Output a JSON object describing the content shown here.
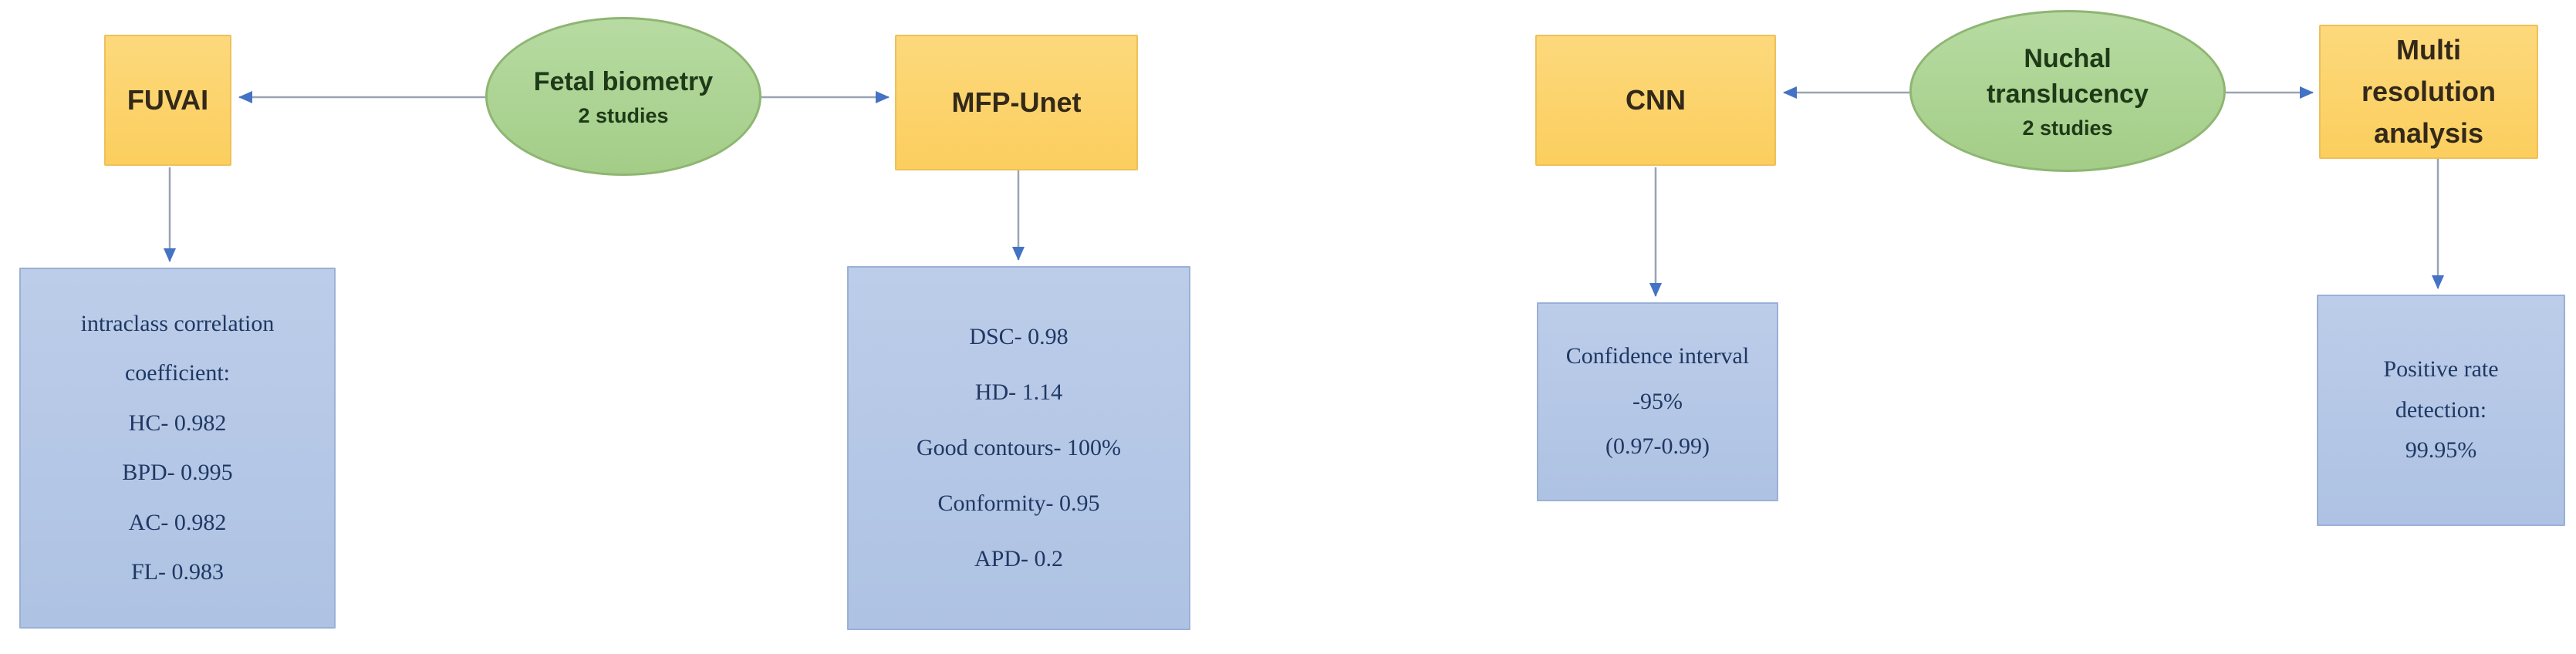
{
  "figure": {
    "background": "#ffffff",
    "colors": {
      "method_box_fill": "#fcd168",
      "method_box_border": "#eec05a",
      "method_text": "#33291a",
      "topic_fill": "#a9d18e",
      "topic_border": "#8fb573",
      "topic_text": "#1e3a17",
      "result_box_fill": "#b4c7e7",
      "result_box_border": "#9ab0d6",
      "result_text": "#1f3864",
      "arrow_line": "#99a3b3",
      "arrow_head": "#4472c4"
    },
    "clusters": [
      {
        "topic_title": "Fetal biometry",
        "topic_subtitle": "2 studies",
        "left_method": "FUVAI",
        "right_method": "MFP-Unet",
        "left_results": [
          "intraclass correlation coefficient:",
          "HC- 0.982",
          "BPD- 0.995",
          "AC- 0.982",
          "FL- 0.983"
        ],
        "right_results": [
          "DSC- 0.98",
          "HD- 1.14",
          "Good contours- 100%",
          "Conformity- 0.95",
          "APD- 0.2"
        ]
      },
      {
        "topic_title": "Nuchal translucency",
        "topic_subtitle": "2 studies",
        "left_method": "CNN",
        "right_method": "Multi resolution analysis",
        "left_results": [
          "Confidence interval -95%",
          "(0.97-0.99)"
        ],
        "right_results": [
          "Positive rate detection:",
          "99.95%"
        ]
      }
    ]
  }
}
